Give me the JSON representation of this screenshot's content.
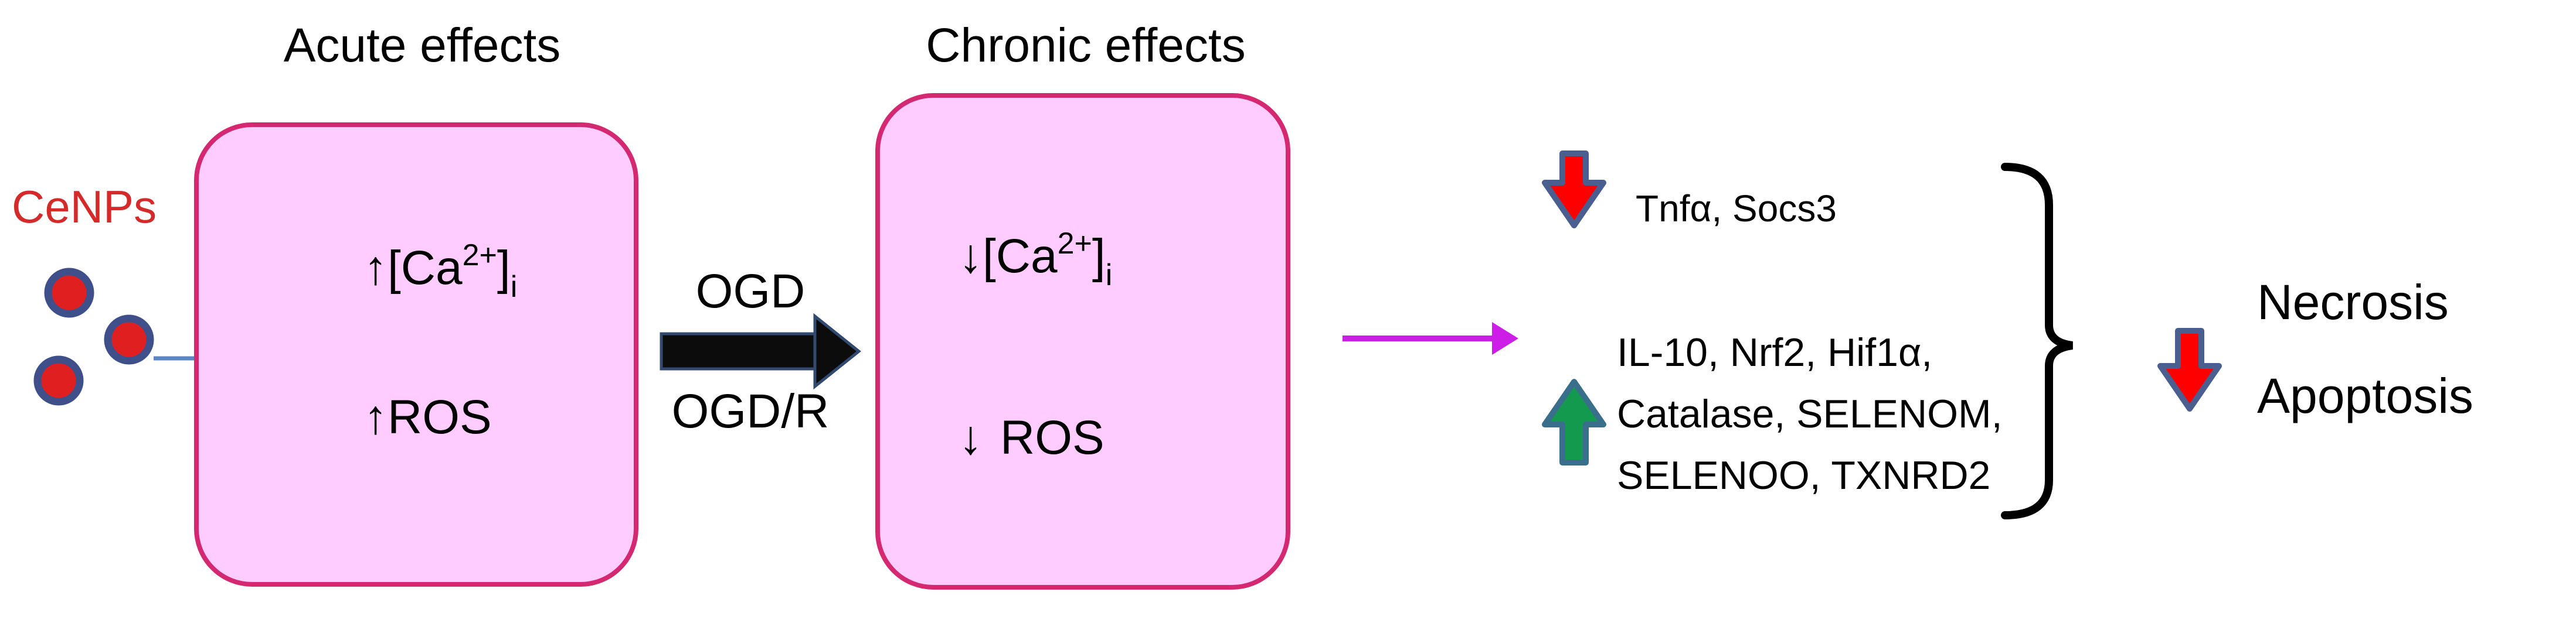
{
  "colors": {
    "box_fill": "#ffccff",
    "box_stroke": "#d42870",
    "particle_fill": "#e02020",
    "particle_stroke": "#3e4f8a",
    "particles_label": "#d42a2a",
    "blue_arrow": "#5b86c4",
    "black_arrow": "#000000",
    "magenta_arrow": "#cc1ee6",
    "down_fill": "#ff0000",
    "down_stroke": "#4a5f90",
    "up_fill": "#149a4f",
    "up_stroke": "#3a6f8c",
    "text": "#000000"
  },
  "diagram": {
    "particles_label": "CeNPs",
    "acute": {
      "title": "Acute effects",
      "calcium": {
        "up_arrow": "↑",
        "pre": "[Ca",
        "sup": "2+",
        "close": "]",
        "sub": "i"
      },
      "ros": {
        "up_arrow": "↑",
        "label": "ROS"
      }
    },
    "transition": {
      "top": "OGD",
      "bottom": "OGD/R"
    },
    "chronic": {
      "title": "Chronic effects",
      "calcium": {
        "down_arrow": "↓",
        "pre": "[Ca",
        "sup": "2+",
        "close": "]",
        "sub": "i"
      },
      "ros": {
        "down_arrow": "↓",
        "label": "ROS"
      }
    },
    "downregulated": "Tnfα, Socs3",
    "upregulated": [
      "IL-10, Nrf2, Hif1α,",
      "Catalase, SELENOM,",
      "SELENOO, TXNRD2"
    ],
    "outcomes": [
      "Necrosis",
      "Apoptosis"
    ],
    "icons": {
      "down": "down-arrow-icon",
      "up": "up-arrow-icon"
    }
  }
}
